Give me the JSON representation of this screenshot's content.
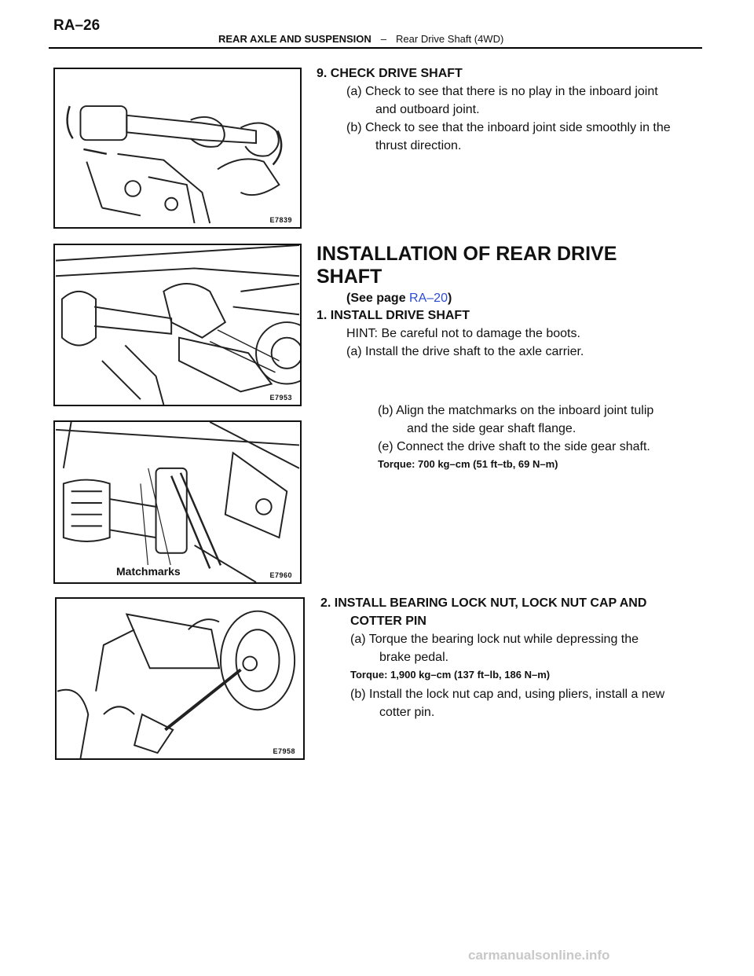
{
  "header": {
    "page_number": "RA–26",
    "section": "REAR AXLE AND SUSPENSION",
    "separator": "–",
    "subsection": "Rear Drive Shaft (4WD)"
  },
  "figures": [
    {
      "code": "E7839",
      "callout": ""
    },
    {
      "code": "E7953",
      "callout": ""
    },
    {
      "code": "E7960",
      "callout": "Matchmarks"
    },
    {
      "code": "E7958",
      "callout": ""
    }
  ],
  "check_section": {
    "heading": "9. CHECK DRIVE SHAFT",
    "step_a_line1": "(a) Check to see that there is no play in the inboard joint",
    "step_a_line2": "and outboard joint.",
    "step_b_line1": "(b) Check to see that the inboard joint side smoothly in the",
    "step_b_line2": "thrust direction."
  },
  "install_section": {
    "title_line1": "INSTALLATION OF REAR DRIVE",
    "title_line2": "SHAFT",
    "see_page_prefix": "(See page",
    "see_page_link": "RA–20",
    "see_page_suffix": ")",
    "step1_heading": "1. INSTALL DRIVE SHAFT",
    "step1_hint": "HINT: Be careful not to damage the boots.",
    "step1_a": "(a) Install the drive shaft to the axle carrier.",
    "step1_b_line1": "(b) Align the matchmarks on the inboard joint tulip",
    "step1_b_line2": "and the side gear shaft flange.",
    "step1_e": "(e) Connect the drive shaft to the side gear shaft.",
    "step1_torque": "Torque: 700 kg–cm (51 ft–tb, 69 N–m)",
    "step2_heading_line1": "2. INSTALL BEARING LOCK NUT, LOCK NUT CAP AND",
    "step2_heading_line2": "COTTER PIN",
    "step2_a_line1": "(a) Torque the bearing lock nut while depressing the",
    "step2_a_line2": "brake pedal.",
    "step2_torque": "Torque: 1,900 kg–cm (137 ft–lb, 186 N–m)",
    "step2_b_line1": "(b) Install the lock nut cap and, using pliers, install a new",
    "step2_b_line2": "cotter pin."
  },
  "footer": {
    "watermark": "carmanualsonline.info"
  }
}
